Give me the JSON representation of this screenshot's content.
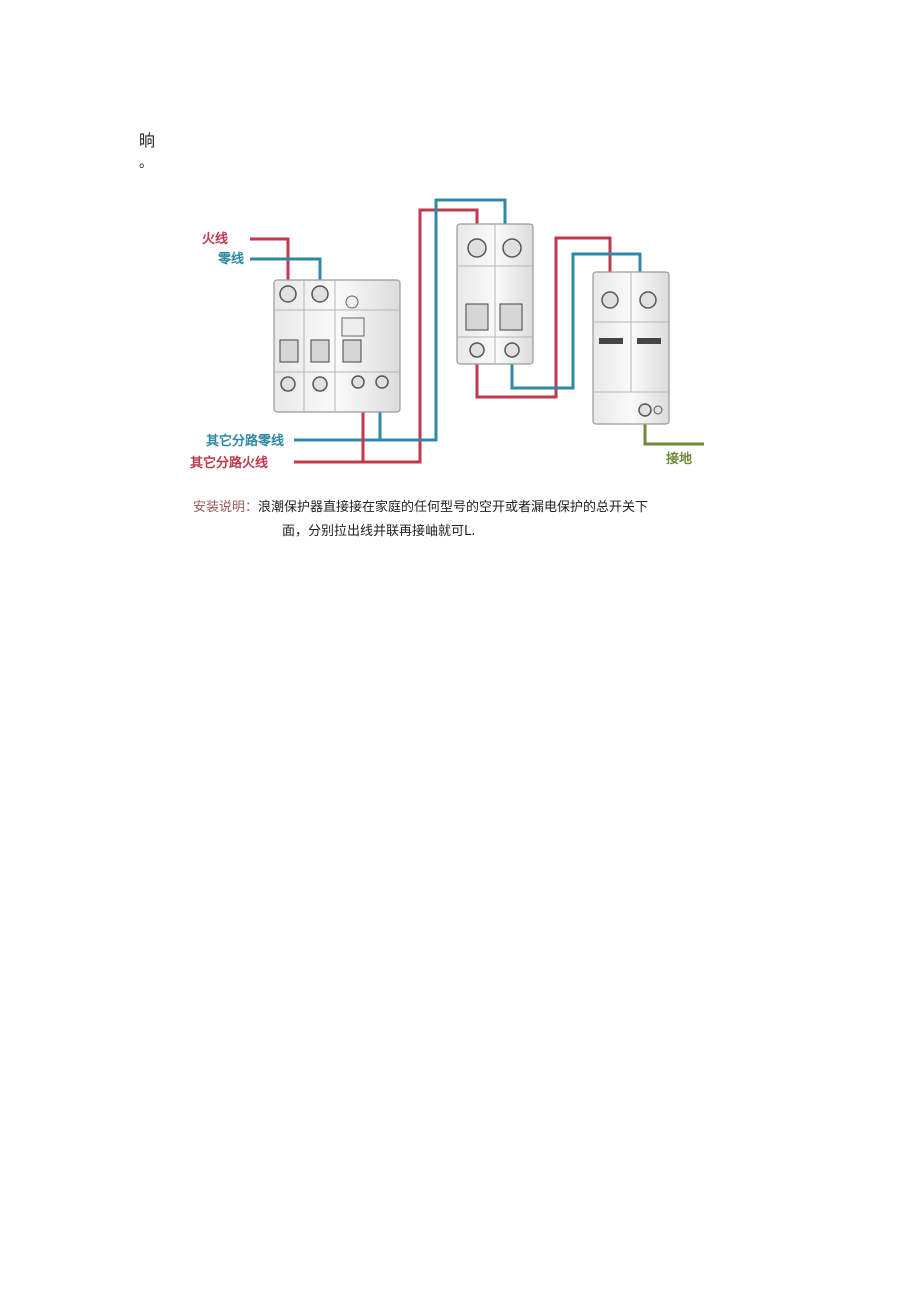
{
  "fragments": {
    "line1": "晌",
    "line2": "。"
  },
  "diagram": {
    "labels": {
      "live": "火线",
      "neutral": "零线",
      "branch_neutral": "其它分路零线",
      "branch_live": "其它分路火线",
      "ground": "接地"
    },
    "colors": {
      "live": "#c0394c",
      "neutral": "#2f89a6",
      "ground": "#6f8a3c"
    }
  },
  "caption": {
    "label": "安装说明：",
    "text1": "浪潮保护器直接接在家庭的任何型号的空开或者漏电保护的总开关下",
    "text2": "面，分别拉出线并联再接岫就可L."
  }
}
